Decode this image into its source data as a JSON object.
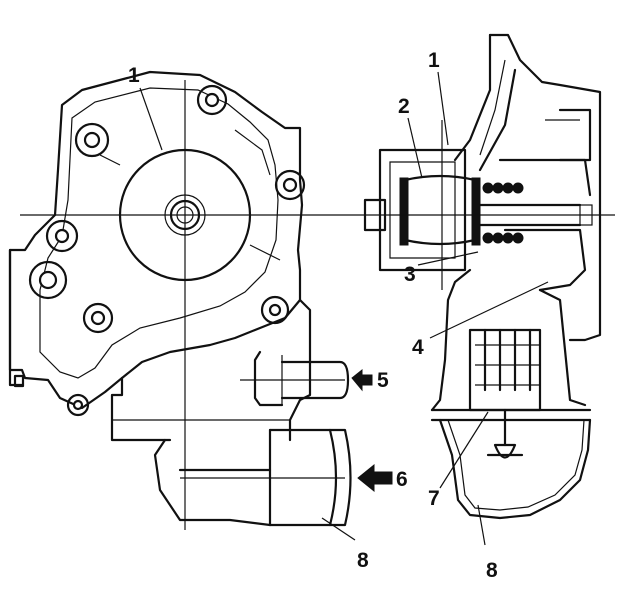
{
  "diagram": {
    "callouts": [
      {
        "id": "c1a",
        "label": "1"
      },
      {
        "id": "c1b",
        "label": "1"
      },
      {
        "id": "c2",
        "label": "2"
      },
      {
        "id": "c3",
        "label": "3"
      },
      {
        "id": "c4",
        "label": "4"
      },
      {
        "id": "c5",
        "label": "5"
      },
      {
        "id": "c6",
        "label": "6"
      },
      {
        "id": "c7",
        "label": "7"
      },
      {
        "id": "c8a",
        "label": "8"
      },
      {
        "id": "c8b",
        "label": "8"
      }
    ],
    "colors": {
      "ink": "#111111",
      "paper": "#ffffff"
    }
  }
}
